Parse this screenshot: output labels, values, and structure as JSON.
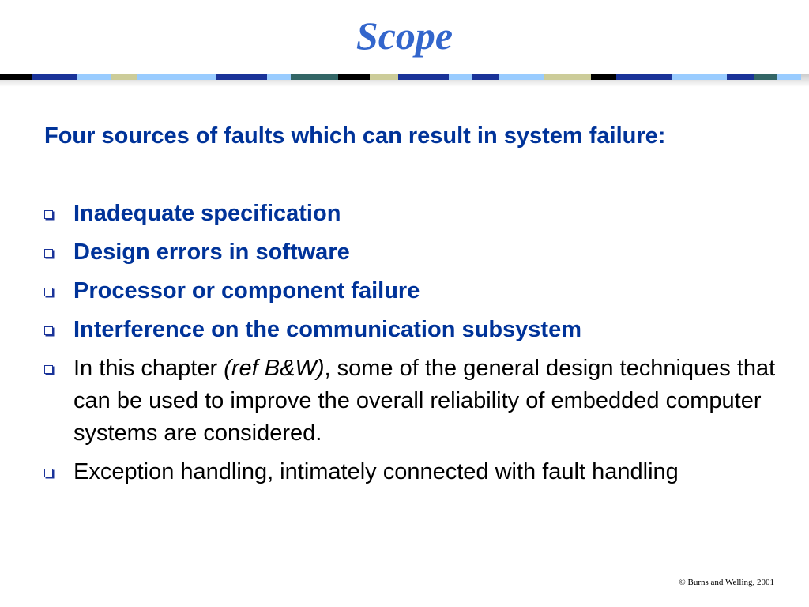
{
  "title": "Scope",
  "intro": "Four sources of faults which can result in system failure:",
  "bullets": [
    {
      "text": "Inadequate specification",
      "strong": true
    },
    {
      "text": "Design errors in software",
      "strong": true
    },
    {
      "text": "Processor or component failure",
      "strong": true
    },
    {
      "text": "Interference on the communication subsystem",
      "strong": true
    },
    {
      "text_before": "In this chapter ",
      "italic": "(ref B&W)",
      "text_after": ", some of the general design techniques that can be used to improve the overall reliability of embedded computer systems are considered.",
      "strong": false
    },
    {
      "text": "Exception handling, intimately connected with fault handling",
      "strong": false
    }
  ],
  "footer": "© Burns and Welling, 2001",
  "colors": {
    "title": "#3366cc",
    "heading_text": "#003399",
    "body_text": "#000000",
    "bar_palette": [
      "#000000",
      "#1a3399",
      "#99ccff",
      "#cccc99",
      "#336666"
    ]
  }
}
